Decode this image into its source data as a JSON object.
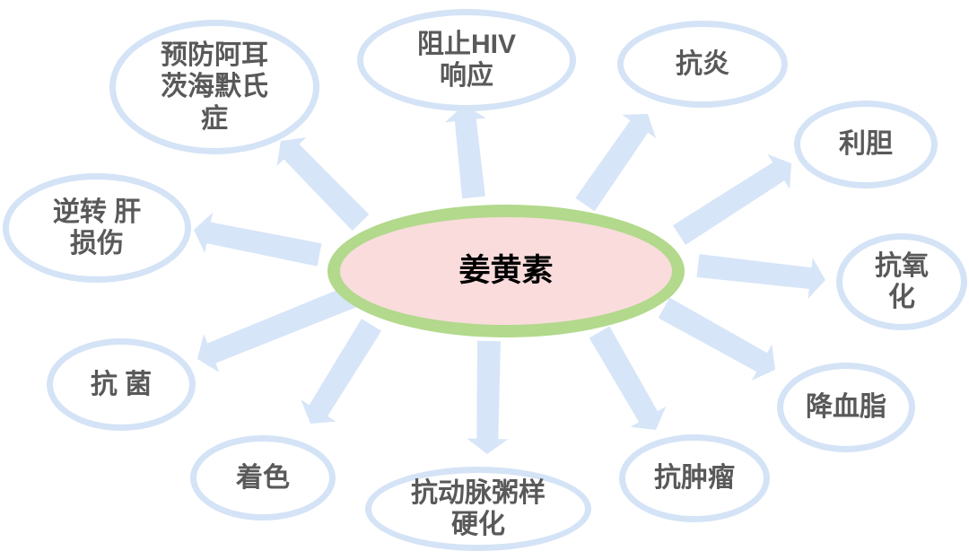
{
  "diagram": {
    "center": {
      "label": "姜黄素"
    },
    "nodes": [
      {
        "id": "block-hiv-response",
        "label": "阻止HIV\n响应"
      },
      {
        "id": "anti-inflammatory",
        "label": "抗炎"
      },
      {
        "id": "choleretic",
        "label": "利胆"
      },
      {
        "id": "antioxidant",
        "label": "抗氧\n化"
      },
      {
        "id": "lipid-lowering",
        "label": "降血脂"
      },
      {
        "id": "anti-tumor",
        "label": "抗肿瘤"
      },
      {
        "id": "anti-atherosclerosis",
        "label": "抗动脉粥样\n硬化"
      },
      {
        "id": "coloring",
        "label": "着色"
      },
      {
        "id": "antibacterial",
        "label": "抗 菌"
      },
      {
        "id": "reverse-liver-damage",
        "label": "逆转 肝\n损伤"
      },
      {
        "id": "prevent-alzheimers",
        "label": "预防阿耳\n茨海默氏\n症"
      }
    ],
    "colors": {
      "center_fill": "#fadcdd",
      "center_border": "#b2d98c",
      "node_border": "#d4e3f6",
      "arrow": "#d7e5f8",
      "text": "#595959",
      "center_text": "#000000"
    }
  }
}
